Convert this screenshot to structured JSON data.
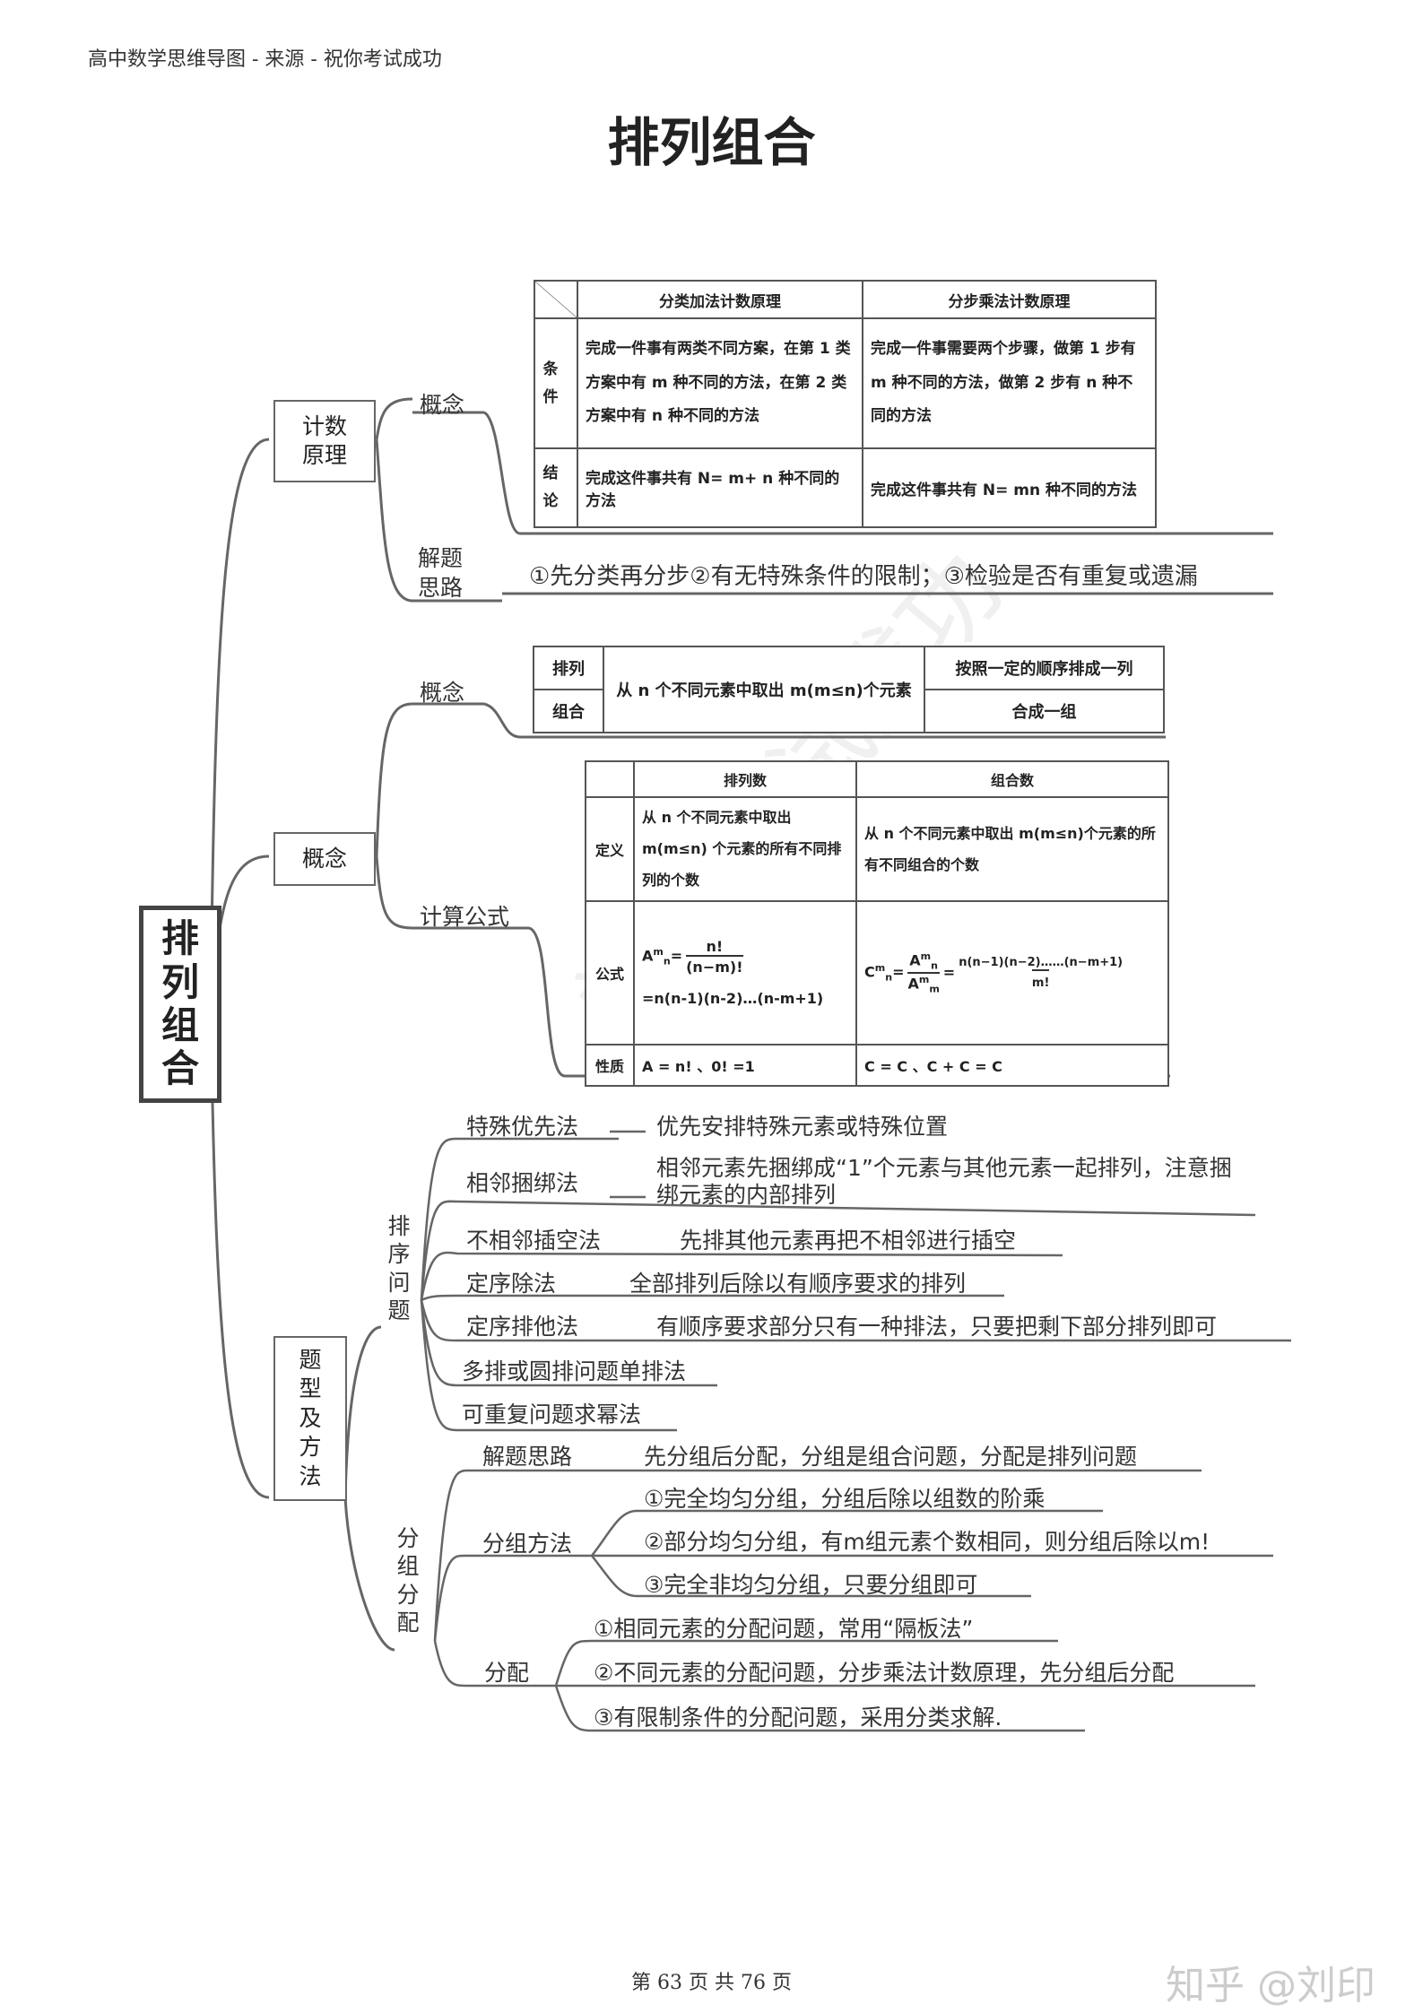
{
  "header": {
    "text": "高中数学思维导图  - 来源 - 祝你考试成功"
  },
  "title": "排列组合",
  "root": "排列组合",
  "watermark": "祝你考试成功",
  "branches": {
    "counting": {
      "label": "计数原理",
      "concept": "概念",
      "method": "解题思路",
      "method_text": "①先分类再分步②有无特殊条件的限制；③检验是否有重复或遗漏",
      "table": {
        "col1": "分类加法计数原理",
        "col2": "分步乘法计数原理",
        "row1_head": "条件",
        "row1_c1": "完成一件事有两类不同方案，在第 1 类方案中有 m 种不同的方法，在第 2 类方案中有 n 种不同的方法",
        "row1_c2": "完成一件事需要两个步骤，做第 1 步有 m 种不同的方法，做第 2 步有 n 种不同的方法",
        "row2_head": "结论",
        "row2_c1": "完成这件事共有 N= m+ n 种不同的方法",
        "row2_c2": "完成这件事共有 N= mn 种不同的方法"
      }
    },
    "concept": {
      "label": "概念",
      "sub1": "概念",
      "sub2": "计算公式",
      "table1": {
        "r1": "排列",
        "r2": "组合",
        "mid": "从 n 个不同元素中取出 m(m≤n)个元素",
        "right1": "按照一定的顺序排成一列",
        "right2": "合成一组"
      },
      "table2": {
        "col1": "排列数",
        "col2": "组合数",
        "def_head": "定义",
        "def_c1": "从 n 个不同元素中取出 m(m≤n) 个元素的所有不同排列的个数",
        "def_c2": "从 n 个不同元素中取出 m(m≤n)个元素的所有不同组合的个数",
        "formula_head": "公式",
        "a_num": "n!",
        "a_den": "(n−m)!",
        "a_expand": "=n(n-1)(n-2)…(n-m+1)",
        "c_num": "n(n−1)(n−2)……(n−m+1)",
        "c_den": "m!",
        "prop_head": "性质",
        "prop_c1": "A = n!  、0! =1",
        "prop_c2": "C = C  、C + C = C"
      }
    },
    "types": {
      "label": "题型及方法",
      "arrange": "排序问题",
      "arrange_items": [
        {
          "name": "特殊优先法",
          "desc": "优先安排特殊元素或特殊位置"
        },
        {
          "name": "相邻捆绑法",
          "desc": "相邻元素先捆绑成“1”个元素与其他元素一起排列，注意捆绑元素的内部排列"
        },
        {
          "name": "不相邻插空法",
          "desc": "先排其他元素再把不相邻进行插空"
        },
        {
          "name": "定序除法",
          "desc": "全部排列后除以有顺序要求的排列"
        },
        {
          "name": "定序排他法",
          "desc": "有顺序要求部分只有一种排法，只要把剩下部分排列即可"
        },
        {
          "name": "多排或圆排问题单排法",
          "desc": ""
        },
        {
          "name": "可重复问题求幂法",
          "desc": ""
        }
      ],
      "group": "分组分配",
      "group_idea": "解题思路",
      "group_idea_text": "先分组后分配，分组是组合问题，分配是排列问题",
      "group_method": "分组方法",
      "group_method_items": [
        "①完全均匀分组，分组后除以组数的阶乘",
        "②部分均匀分组，有m组元素个数相同，则分组后除以m!",
        "③完全非均匀分组，只要分组即可"
      ],
      "distribute": "分配",
      "distribute_items": [
        "①相同元素的分配问题，常用“隔板法”",
        "②不同元素的分配问题，分步乘法计数原理，先分组后分配",
        "③有限制条件的分配问题，采用分类求解."
      ]
    }
  },
  "footer": {
    "text": "第 63 页 共 76 页"
  },
  "brand": "知乎 @刘印"
}
